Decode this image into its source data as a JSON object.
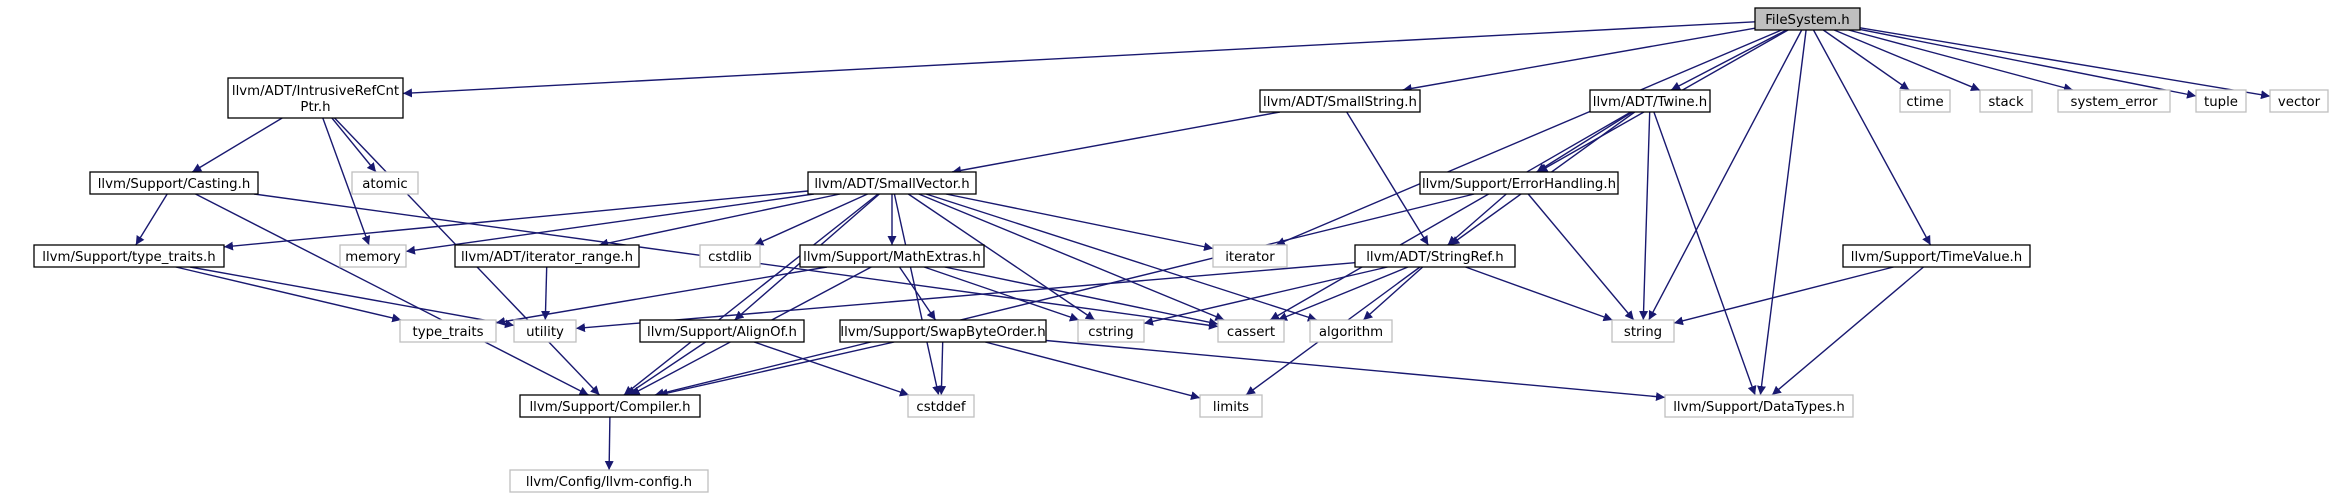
{
  "diagram": {
    "colors": {
      "edge": "#191970",
      "root_fill": "#bfbfbf",
      "file_border": "#000000",
      "system_border": "#bfbfbf"
    },
    "nodes": [
      {
        "id": "filesystem",
        "label": "FileSystem.h",
        "kind": "root"
      },
      {
        "id": "intrusive",
        "label": [
          "llvm/ADT/IntrusiveRefCnt",
          "Ptr.h"
        ],
        "kind": "file"
      },
      {
        "id": "smallstring",
        "label": "llvm/ADT/SmallString.h",
        "kind": "file"
      },
      {
        "id": "twine",
        "label": "llvm/ADT/Twine.h",
        "kind": "file"
      },
      {
        "id": "ctime",
        "label": "ctime",
        "kind": "system"
      },
      {
        "id": "stack",
        "label": "stack",
        "kind": "system"
      },
      {
        "id": "system_error",
        "label": "system_error",
        "kind": "system"
      },
      {
        "id": "tuple",
        "label": "tuple",
        "kind": "system"
      },
      {
        "id": "vector",
        "label": "vector",
        "kind": "system"
      },
      {
        "id": "casting",
        "label": "llvm/Support/Casting.h",
        "kind": "file"
      },
      {
        "id": "atomic",
        "label": "atomic",
        "kind": "system"
      },
      {
        "id": "smallvector",
        "label": "llvm/ADT/SmallVector.h",
        "kind": "file"
      },
      {
        "id": "errorhandling",
        "label": "llvm/Support/ErrorHandling.h",
        "kind": "file"
      },
      {
        "id": "typetraits_h",
        "label": "llvm/Support/type_traits.h",
        "kind": "file"
      },
      {
        "id": "memory",
        "label": "memory",
        "kind": "system"
      },
      {
        "id": "iterrange",
        "label": "llvm/ADT/iterator_range.h",
        "kind": "file"
      },
      {
        "id": "cstdlib",
        "label": "cstdlib",
        "kind": "system"
      },
      {
        "id": "mathextras",
        "label": "llvm/Support/MathExtras.h",
        "kind": "file"
      },
      {
        "id": "iterator",
        "label": "iterator",
        "kind": "system"
      },
      {
        "id": "stringref",
        "label": "llvm/ADT/StringRef.h",
        "kind": "file"
      },
      {
        "id": "timevalue",
        "label": "llvm/Support/TimeValue.h",
        "kind": "file"
      },
      {
        "id": "type_traits",
        "label": "type_traits",
        "kind": "system"
      },
      {
        "id": "utility",
        "label": "utility",
        "kind": "system"
      },
      {
        "id": "alignof",
        "label": "llvm/Support/AlignOf.h",
        "kind": "file"
      },
      {
        "id": "swapbyte",
        "label": "llvm/Support/SwapByteOrder.h",
        "kind": "file"
      },
      {
        "id": "cstring",
        "label": "cstring",
        "kind": "system"
      },
      {
        "id": "cassert",
        "label": "cassert",
        "kind": "system"
      },
      {
        "id": "algorithm",
        "label": "algorithm",
        "kind": "system"
      },
      {
        "id": "string",
        "label": "string",
        "kind": "system"
      },
      {
        "id": "compiler",
        "label": "llvm/Support/Compiler.h",
        "kind": "file"
      },
      {
        "id": "cstddef",
        "label": "cstddef",
        "kind": "system"
      },
      {
        "id": "limits",
        "label": "limits",
        "kind": "system"
      },
      {
        "id": "datatypes",
        "label": "llvm/Support/DataTypes.h",
        "kind": "system"
      },
      {
        "id": "llvmconfig",
        "label": "llvm/Config/llvm-config.h",
        "kind": "system"
      }
    ],
    "edges": [
      [
        "filesystem",
        "intrusive"
      ],
      [
        "filesystem",
        "smallstring"
      ],
      [
        "filesystem",
        "twine"
      ],
      [
        "filesystem",
        "errorhandling"
      ],
      [
        "filesystem",
        "iterator"
      ],
      [
        "filesystem",
        "string"
      ],
      [
        "filesystem",
        "datatypes"
      ],
      [
        "filesystem",
        "timevalue"
      ],
      [
        "filesystem",
        "ctime"
      ],
      [
        "filesystem",
        "stack"
      ],
      [
        "filesystem",
        "system_error"
      ],
      [
        "filesystem",
        "tuple"
      ],
      [
        "filesystem",
        "vector"
      ],
      [
        "intrusive",
        "casting"
      ],
      [
        "intrusive",
        "memory"
      ],
      [
        "intrusive",
        "atomic"
      ],
      [
        "intrusive",
        "compiler"
      ],
      [
        "casting",
        "typetraits_h"
      ],
      [
        "casting",
        "compiler"
      ],
      [
        "casting",
        "cassert"
      ],
      [
        "smallstring",
        "smallvector"
      ],
      [
        "smallstring",
        "stringref"
      ],
      [
        "twine",
        "errorhandling"
      ],
      [
        "twine",
        "stringref"
      ],
      [
        "twine",
        "string"
      ],
      [
        "twine",
        "datatypes"
      ],
      [
        "twine",
        "cassert"
      ],
      [
        "smallvector",
        "typetraits_h"
      ],
      [
        "smallvector",
        "memory"
      ],
      [
        "smallvector",
        "iterrange"
      ],
      [
        "smallvector",
        "cstdlib"
      ],
      [
        "smallvector",
        "mathextras"
      ],
      [
        "smallvector",
        "iterator"
      ],
      [
        "smallvector",
        "alignof"
      ],
      [
        "smallvector",
        "compiler"
      ],
      [
        "smallvector",
        "cstring"
      ],
      [
        "smallvector",
        "cassert"
      ],
      [
        "smallvector",
        "algorithm"
      ],
      [
        "smallvector",
        "cstddef"
      ],
      [
        "errorhandling",
        "stringref"
      ],
      [
        "errorhandling",
        "string"
      ],
      [
        "errorhandling",
        "compiler"
      ],
      [
        "typetraits_h",
        "type_traits"
      ],
      [
        "typetraits_h",
        "utility"
      ],
      [
        "iterrange",
        "utility"
      ],
      [
        "mathextras",
        "swapbyte"
      ],
      [
        "mathextras",
        "compiler"
      ],
      [
        "mathextras",
        "cstring"
      ],
      [
        "mathextras",
        "cassert"
      ],
      [
        "mathextras",
        "type_traits"
      ],
      [
        "stringref",
        "utility"
      ],
      [
        "stringref",
        "cstring"
      ],
      [
        "stringref",
        "cassert"
      ],
      [
        "stringref",
        "algorithm"
      ],
      [
        "stringref",
        "string"
      ],
      [
        "stringref",
        "limits"
      ],
      [
        "timevalue",
        "string"
      ],
      [
        "timevalue",
        "datatypes"
      ],
      [
        "alignof",
        "compiler"
      ],
      [
        "alignof",
        "cstddef"
      ],
      [
        "swapbyte",
        "compiler"
      ],
      [
        "swapbyte",
        "cstddef"
      ],
      [
        "swapbyte",
        "limits"
      ],
      [
        "swapbyte",
        "datatypes"
      ],
      [
        "compiler",
        "llvmconfig"
      ]
    ]
  }
}
